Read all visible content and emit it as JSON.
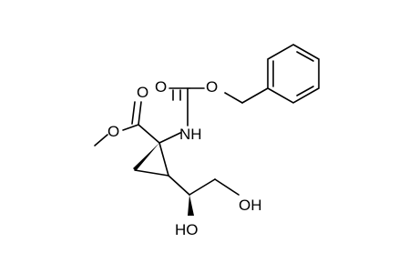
{
  "molecule": {
    "atoms": {
      "ester_carbonyl_O": "O",
      "ester_O": "O",
      "carbamate_carbonyl_O": "O",
      "carbamate_O": "O",
      "nh": "NH",
      "ho_secondary": "HO",
      "oh_primary": "OH"
    }
  }
}
